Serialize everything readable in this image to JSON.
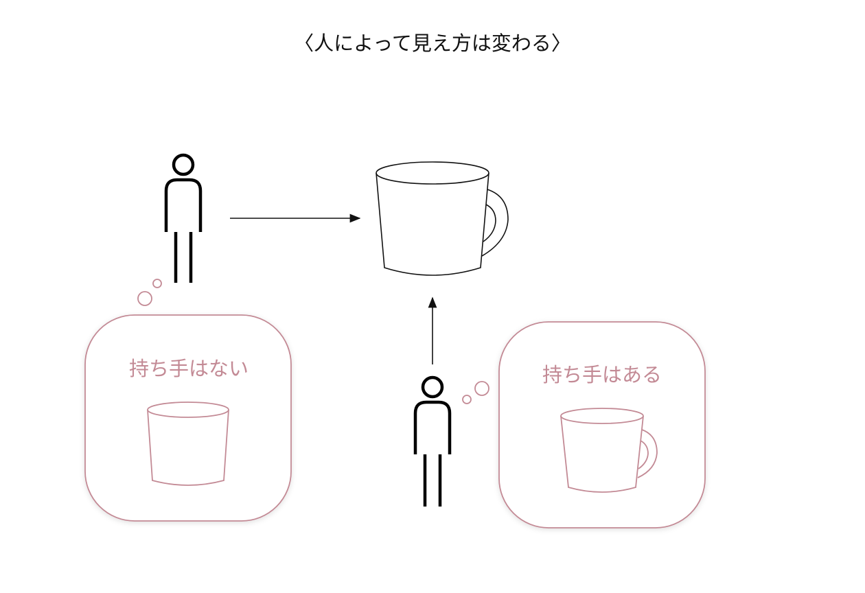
{
  "title": "〈人によって見え方は変わる〉",
  "left_bubble": {
    "text": "持ち手はない"
  },
  "right_bubble": {
    "text": "持ち手はある"
  },
  "colors": {
    "accent": "#c38a95",
    "line": "#000000"
  }
}
